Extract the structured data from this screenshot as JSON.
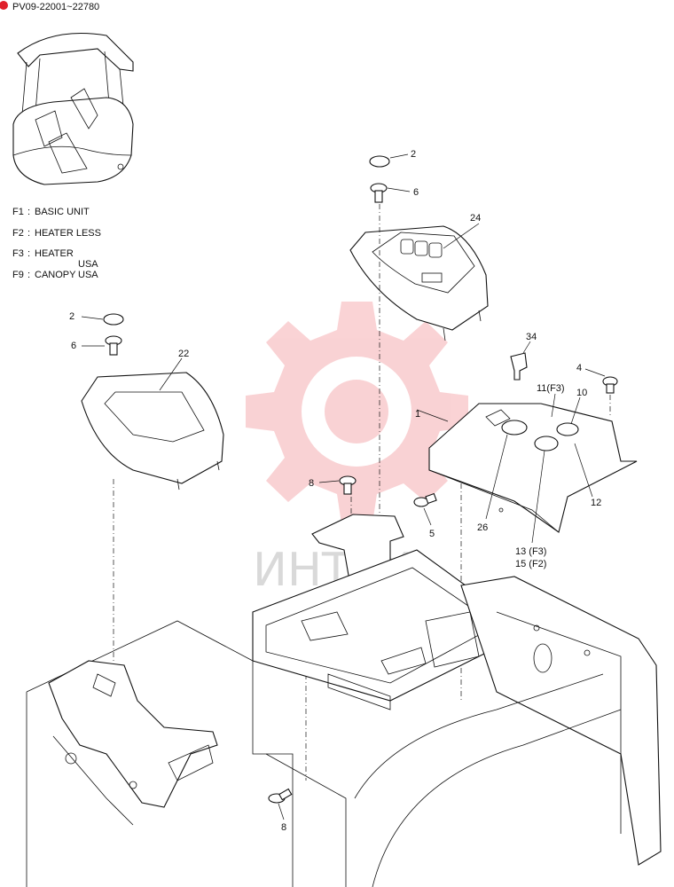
{
  "header": {
    "title": "PV09-22001~22780",
    "accent_color": "#e0202a"
  },
  "legend": [
    {
      "code": "F1",
      "text": "BASIC UNIT"
    },
    {
      "code": "F2",
      "text": "HEATER LESS"
    },
    {
      "code": "F3",
      "text": "HEATER",
      "sub": "USA"
    },
    {
      "code": "F9",
      "text": "CANOPY",
      "sub": "USA"
    }
  ],
  "callouts": {
    "c2a": "2",
    "c6a": "6",
    "c24": "24",
    "c2b": "2",
    "c6b": "6",
    "c22": "22",
    "c34": "34",
    "c4": "4",
    "c11": "11(F3)",
    "c10": "10",
    "c1": "1",
    "c12": "12",
    "c8a": "8",
    "c5": "5",
    "c26": "26",
    "c13": "13 (F3)",
    "c15": "15 (F2)",
    "c8b": "8"
  },
  "watermark": {
    "text": "ИНТЕХ",
    "color": "#f08080"
  }
}
